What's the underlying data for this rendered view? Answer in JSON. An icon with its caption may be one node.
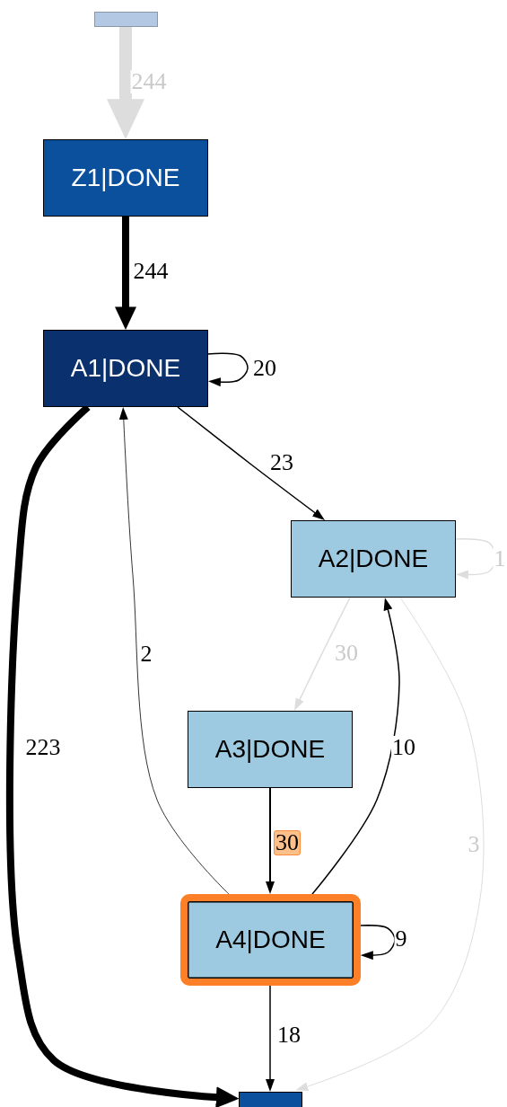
{
  "diagram": {
    "nodes": [
      {
        "text": [],
        "shape": "bar"
      },
      {
        "text": [
          "Z1|DONE"
        ]
      },
      {
        "text": [
          "A1|DONE"
        ]
      },
      {
        "text": [
          "A2|DONE"
        ]
      },
      {
        "text": [
          "A3|DONE"
        ]
      },
      {
        "text": [
          "A4|DONE"
        ]
      },
      {
        "text": [],
        "shape": "bar"
      }
    ],
    "edges": [
      {
        "from": 0,
        "to": 1,
        "arrow": "to",
        "label": "244",
        "style": "thick",
        "color": "#dddddd"
      },
      {
        "from": 1,
        "to": 2,
        "arrow": "to",
        "label": "244",
        "style": "thick"
      },
      {
        "from": 2,
        "to": 2,
        "arrow": "to",
        "label": "20"
      },
      {
        "from": 2,
        "to": 3,
        "arrow": "to",
        "label": "23"
      },
      {
        "from": 2,
        "to": 6,
        "arrow": "to",
        "label": "223",
        "style": "thick"
      },
      {
        "from": 3,
        "to": 3,
        "arrow": "to",
        "label": "1",
        "color": "#dddddd"
      },
      {
        "from": 3,
        "to": 4,
        "arrow": "to",
        "label": "30",
        "color": "#dddddd"
      },
      {
        "from": 3,
        "to": 6,
        "arrow": "to",
        "label": "3",
        "color": "#dddddd"
      },
      {
        "from": 4,
        "to": 5,
        "arrow": "to",
        "label": "30"
      },
      {
        "from": 5,
        "to": 2,
        "arrow": "to",
        "label": "2"
      },
      {
        "from": 5,
        "to": 3,
        "arrow": "to",
        "label": "10"
      },
      {
        "from": 5,
        "to": 5,
        "arrow": "to",
        "label": "9"
      },
      {
        "from": 5,
        "to": 6,
        "arrow": "to",
        "label": "18"
      }
    ]
  }
}
